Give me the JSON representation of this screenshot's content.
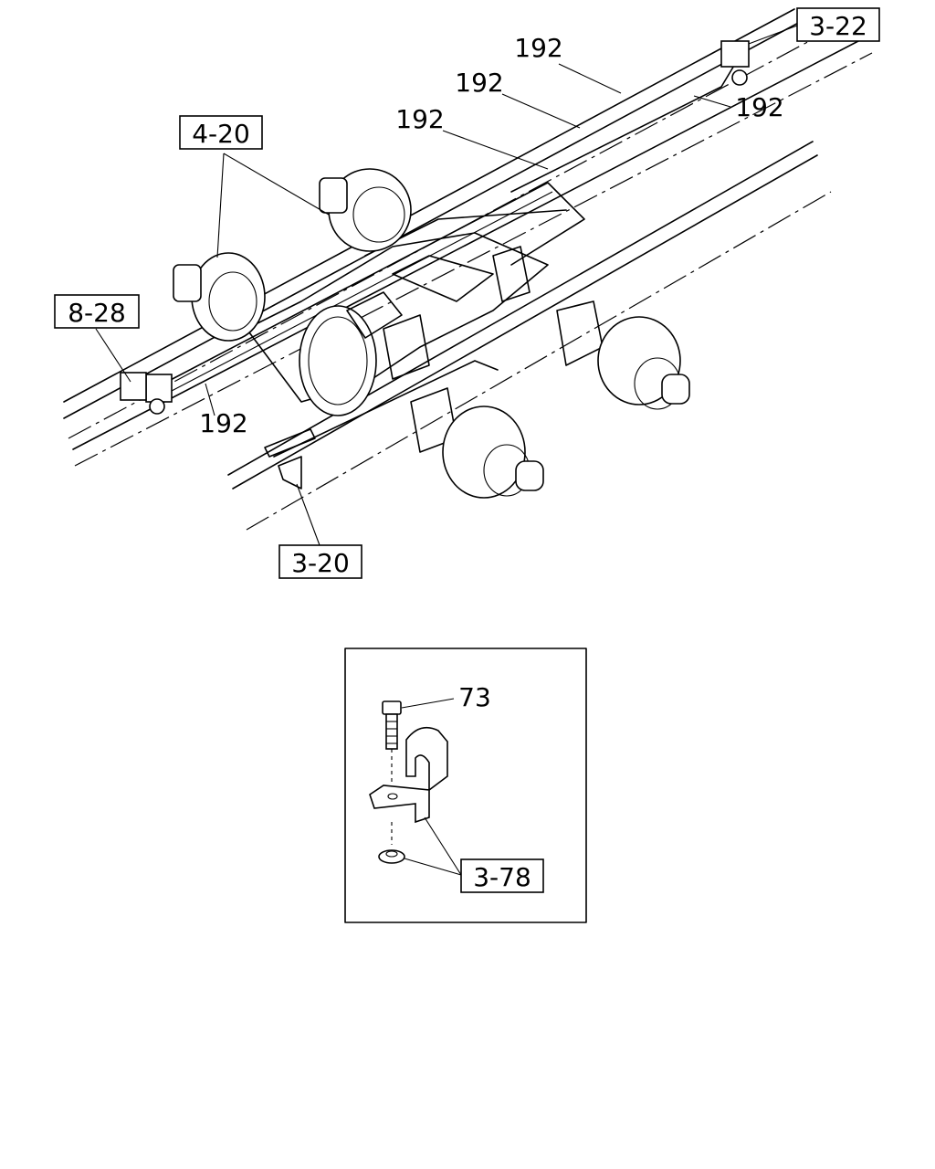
{
  "callouts": {
    "ref_3_22": "3-22",
    "ref_4_20": "4-20",
    "ref_8_28": "8-28",
    "ref_3_20": "3-20",
    "ref_3_78": "3-78",
    "part_192": "192",
    "part_73": "73"
  },
  "colors": {
    "line": "#000000",
    "background": "#ffffff"
  }
}
